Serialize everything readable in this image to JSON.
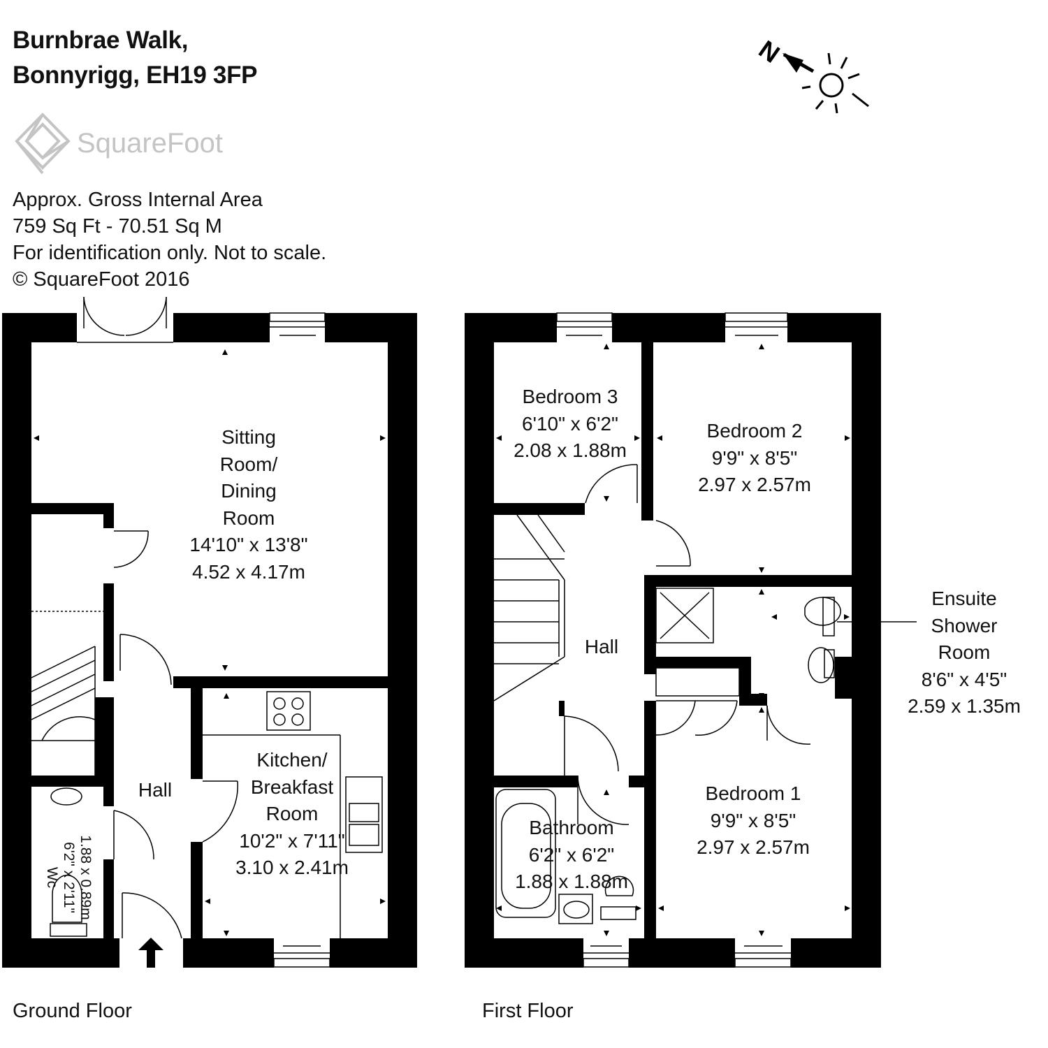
{
  "header": {
    "address_line1": "Burnbrae Walk,",
    "address_line2": "Bonnyrigg, EH19 3FP"
  },
  "logo": {
    "brand": "SquareFoot",
    "icon": "squarefoot-logo-icon"
  },
  "info": {
    "line1": "Approx. Gross Internal Area",
    "line2": "759 Sq Ft  -  70.51 Sq M",
    "line3": "For identification only. Not to scale.",
    "line4": "© SquareFoot 2016"
  },
  "compass": {
    "letter": "N",
    "icon": "compass-sun-icon"
  },
  "floors": {
    "ground": {
      "label": "Ground Floor",
      "rooms": {
        "sitting": {
          "l1": "Sitting",
          "l2": "Room/",
          "l3": "Dining",
          "l4": "Room",
          "imperial": "14'10\" x 13'8\"",
          "metric": "4.52 x 4.17m"
        },
        "kitchen": {
          "l1": "Kitchen/",
          "l2": "Breakfast",
          "l3": "Room",
          "imperial": "10'2\" x 7'11\"",
          "metric": "3.10 x 2.41m"
        },
        "hall": {
          "name": "Hall"
        },
        "wc": {
          "name": "Wc",
          "imperial": "6'2\" x 2'11\"",
          "metric": "1.88 x 0.89m"
        }
      }
    },
    "first": {
      "label": "First Floor",
      "rooms": {
        "bedroom3": {
          "name": "Bedroom 3",
          "imperial": "6'10\" x 6'2\"",
          "metric": "2.08 x 1.88m"
        },
        "bedroom2": {
          "name": "Bedroom 2",
          "imperial": "9'9\" x 8'5\"",
          "metric": "2.97 x 2.57m"
        },
        "hall": {
          "name": "Hall"
        },
        "ensuite": {
          "l1": "Ensuite",
          "l2": "Shower",
          "l3": "Room",
          "imperial": "8'6\" x 4'5\"",
          "metric": "2.59 x 1.35m"
        },
        "bedroom1": {
          "name": "Bedroom 1",
          "imperial": "9'9\" x 8'5\"",
          "metric": "2.97 x 2.57m"
        },
        "bathroom": {
          "name": "Bathroom",
          "imperial": "6'2\" x 6'2\"",
          "metric": "1.88 x 1.88m"
        }
      }
    }
  },
  "colors": {
    "wall": "#000000",
    "logo": "#c4c4c4",
    "fixture_line": "#333333"
  }
}
